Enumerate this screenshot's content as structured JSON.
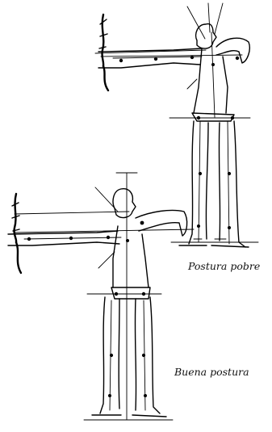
{
  "captions": {
    "poor_posture": "Postura pobre",
    "good_posture": "Buena postura"
  },
  "colors": {
    "ink": "#000000",
    "paper": "#ffffff"
  },
  "figures": [
    {
      "id": "poor-posture-archer",
      "label_key": "poor_posture"
    },
    {
      "id": "good-posture-archer",
      "label_key": "good_posture"
    }
  ]
}
